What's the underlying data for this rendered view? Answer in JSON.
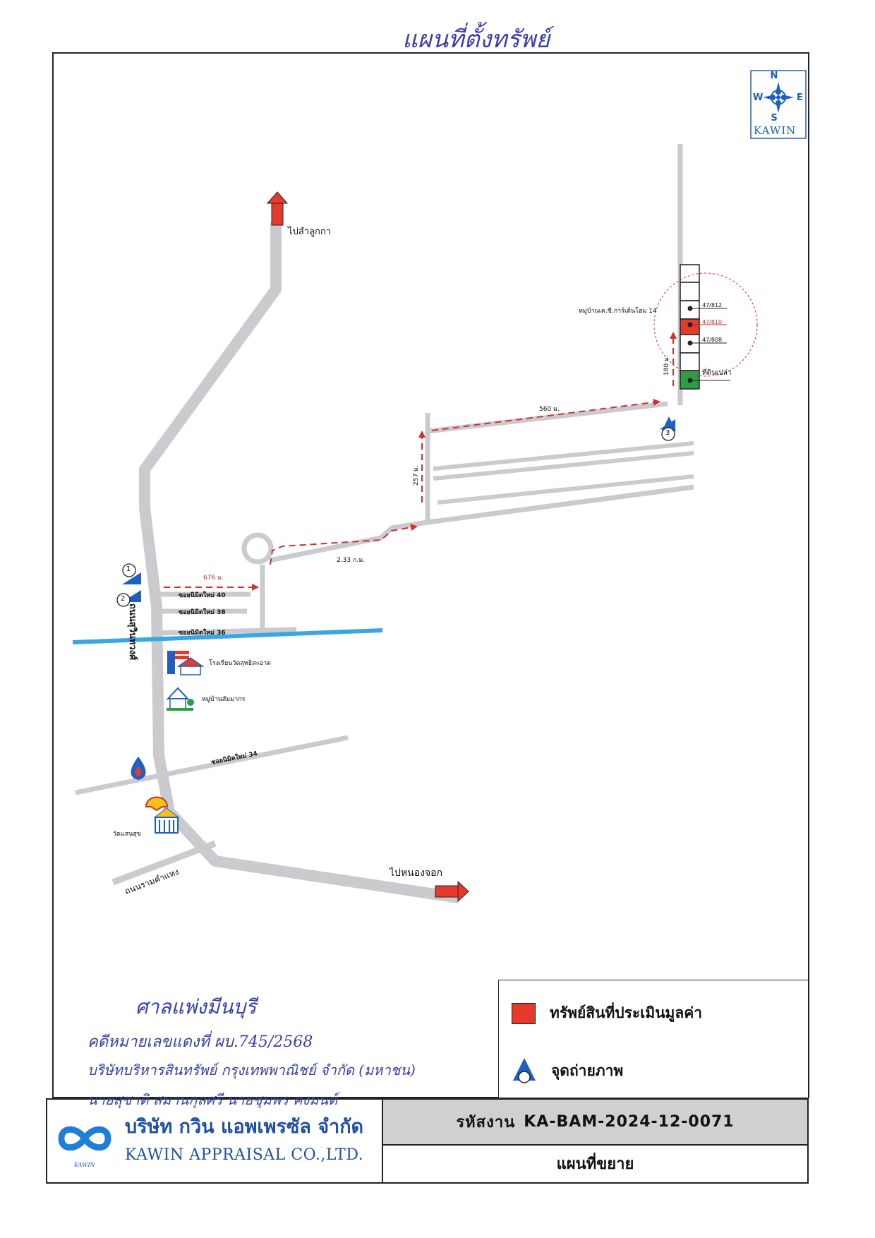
{
  "handwritten": {
    "top": "แผนที่ตั้งทรัพย์",
    "court": "ศาลแพ่งมีนบุรี",
    "case_line": "คดีหมายเลขแดงที่ ผบ.745/2568",
    "party_line": "บริษัทบริหารสินทรัพย์ กรุงเทพพาณิชย์ จำกัด (มหาชน)",
    "officer_line": "นายสุชาติ สมานกุลศรี นายชุมพร คงมนต์"
  },
  "compass": {
    "n": "N",
    "s": "S",
    "e": "E",
    "w": "W",
    "brand": "KAWIN"
  },
  "labels": {
    "to_lamlukka": "ไปลำลูกกา",
    "to_nongchok": "ไปหนองจอก",
    "main_road": "ถนนสุวินทวงศ์",
    "ramkhamhaeng": "ถนนรามคำแหง",
    "soi40": "ซอยนิมิตใหม่ 40",
    "soi38": "ซอยนิมิตใหม่ 38",
    "soi36": "ซอยนิมิตใหม่ 36",
    "soi34": "ซอยนิมิตใหม่ 34",
    "school": "โรงเรียนวัดสุทธิสะอาด",
    "village_sammakorn": "หมู่บ้านสัมมากร",
    "temple": "วัดแสนสุข",
    "village_target": "หมู่บ้านเค.ซี.การ์เด้นโฮม 14"
  },
  "distances": {
    "d676": "676 ม.",
    "d233": "2.33 ก.ม.",
    "d257": "257 ม.",
    "d560": "560 ม.",
    "d180": "180 ม."
  },
  "plots": {
    "p812": "47/812",
    "p810": "47/810",
    "p808": "47/808",
    "vacant": "ที่ดินเปล่า"
  },
  "photo_points": [
    "1",
    "2",
    "3"
  ],
  "legend": {
    "property": "ทรัพย์สินที่ประเมินมูลค่า",
    "photo_point": "จุดถ่ายภาพ"
  },
  "footer": {
    "company_th": "บริษัท กวิน แอพเพรซัล จำกัด",
    "company_en": "KAWIN APPRAISAL CO.,LTD.",
    "logo_small": "KAWIN",
    "job_label": "รหัสงาน",
    "job_code": "KA-BAM-2024-12-0071",
    "doc_title": "แผนที่ขยาย"
  },
  "colors": {
    "road": "#cbcbcf",
    "route": "#d32f2f",
    "canal": "#3ba7e0",
    "property": "#e53a2b",
    "vacant": "#2e9e45",
    "accent": "#1f5fbf",
    "handwriting": "#3a3fae"
  }
}
